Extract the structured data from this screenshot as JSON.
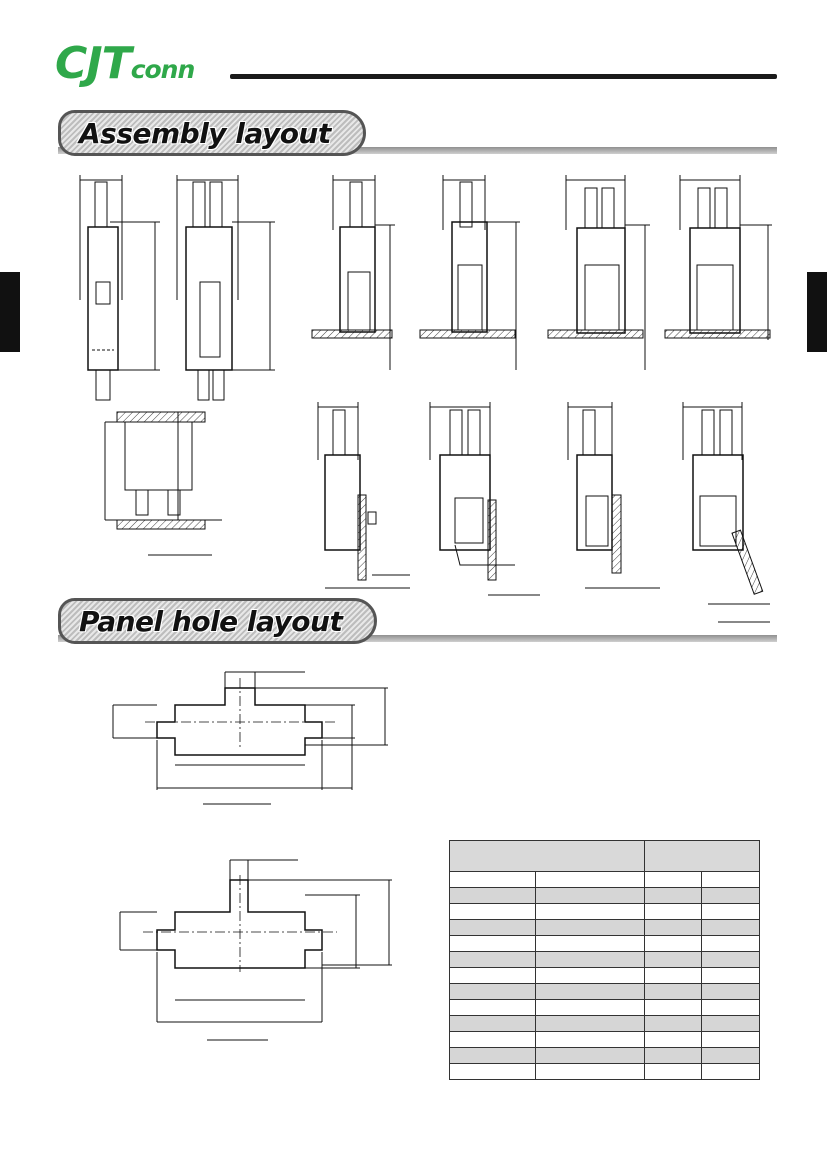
{
  "brand": {
    "logo_big": "CJT",
    "logo_small": "conn"
  },
  "sections": [
    {
      "title": "Assembly layout"
    },
    {
      "title": "Panel hole layout"
    }
  ],
  "colors": {
    "brand_green": "#2fa84a",
    "banner_gray": "#bdbdbd",
    "line": "#111111"
  },
  "spec_table": {
    "header": [
      "",
      ""
    ],
    "rows": [
      [
        "",
        "",
        "",
        ""
      ],
      [
        "",
        "",
        "",
        ""
      ],
      [
        "",
        "",
        "",
        ""
      ],
      [
        "",
        "",
        "",
        ""
      ],
      [
        "",
        "",
        "",
        ""
      ],
      [
        "",
        "",
        "",
        ""
      ],
      [
        "",
        "",
        "",
        ""
      ],
      [
        "",
        "",
        "",
        ""
      ],
      [
        "",
        "",
        "",
        ""
      ],
      [
        "",
        "",
        "",
        ""
      ],
      [
        "",
        "",
        "",
        ""
      ],
      [
        "",
        "",
        "",
        ""
      ],
      [
        "",
        "",
        "",
        ""
      ]
    ]
  }
}
